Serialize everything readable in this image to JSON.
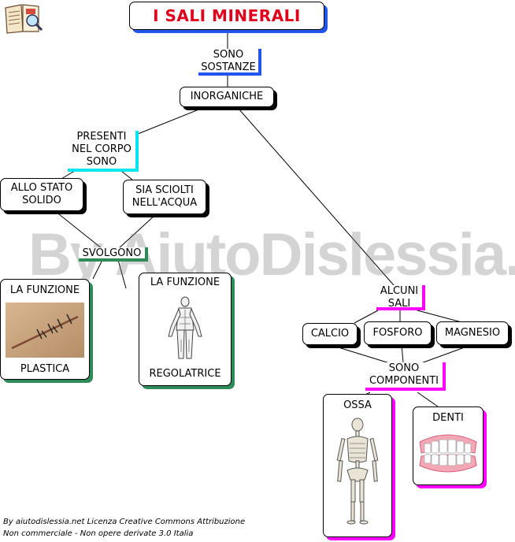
{
  "title": "I SALI MINERALI",
  "watermark": "By AiutoDislessia.net",
  "labels": {
    "sono_sostanze": [
      "SONO",
      "SOSTANZE"
    ],
    "presenti": [
      "PRESENTI",
      "NEL CORPO",
      "SONO"
    ],
    "svolgono": "SVOLGONO",
    "alcuni_sali": [
      "ALCUNI",
      "SALI"
    ],
    "sono_componenti": [
      "SONO",
      "COMPONENTI"
    ]
  },
  "nodes": {
    "inorganiche": "INORGANICHE",
    "solido": [
      "ALLO STATO",
      "SOLIDO"
    ],
    "sciolti": [
      "SIA SCIOLTI",
      "NELL'ACQUA"
    ],
    "funzione_plastica": {
      "top": "LA FUNZIONE",
      "bottom": "PLASTICA"
    },
    "funzione_regolatrice": {
      "top": "LA FUNZIONE",
      "bottom": "REGOLATRICE"
    },
    "calcio": "CALCIO",
    "fosforo": "FOSFORO",
    "magnesio": "MAGNESIO",
    "ossa": "OSSA",
    "denti": "DENTI"
  },
  "license": [
    "By aiutodislessia.net Licenza Creative Commons Attribuzione",
    "Non commerciale - Non opere derivate 3.0 Italia"
  ],
  "colors": {
    "title_text": "#e0001b",
    "blue": "#2255ee",
    "cyan": "#00e5ee",
    "green": "#2e8b57",
    "magenta": "#ff00ff"
  },
  "icons": [
    "book-magnifier-icon",
    "stitched-wound-image",
    "muscle-figure-image",
    "skeleton-image",
    "teeth-image"
  ]
}
